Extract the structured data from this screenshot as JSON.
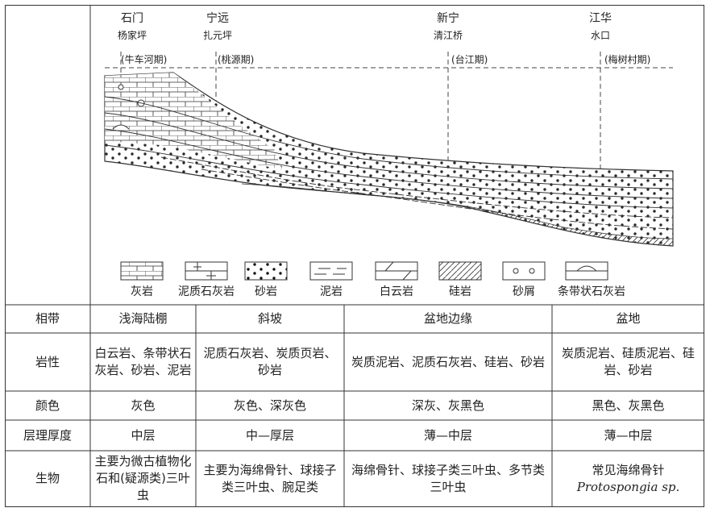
{
  "sections": [
    {
      "name": "石门",
      "sub": "杨家坪"
    },
    {
      "name": "宁远",
      "sub": "扎元坪"
    },
    {
      "name": "新宁",
      "sub": "清江桥"
    },
    {
      "name": "江华",
      "sub": "水口"
    }
  ],
  "stages": [
    "(牛车河期)",
    "(桃源期)",
    "(台江期)",
    "(梅树村期)"
  ],
  "legend": [
    "灰岩",
    "泥质石灰岩",
    "砂岩",
    "泥岩",
    "白云岩",
    "硅岩",
    "砂屑",
    "条带状石灰岩"
  ],
  "table": {
    "header": [
      "相带",
      "浅海陆棚",
      "斜坡",
      "盆地边缘",
      "盆地"
    ],
    "rows": [
      {
        "label": "岩性",
        "cells": [
          "白云岩、条带状石灰岩、砂岩、泥岩",
          "泥质石灰岩、炭质页岩、砂岩",
          "炭质泥岩、泥质石灰岩、硅岩、砂岩",
          "炭质泥岩、硅质泥岩、硅岩、砂岩"
        ]
      },
      {
        "label": "颜色",
        "cells": [
          "灰色",
          "灰色、深灰色",
          "深灰、灰黑色",
          "黑色、灰黑色"
        ]
      },
      {
        "label": "层理厚度",
        "cells": [
          "中层",
          "中—厚层",
          "薄—中层",
          "薄—中层"
        ]
      },
      {
        "label": "生物",
        "cells": [
          "主要为微古植物化石和(疑源类)三叶虫",
          "主要为海绵骨针、球接子类三叶虫、腕足类",
          "海绵骨针、球接子类三叶虫、多节类三叶虫",
          "常见海绵骨针"
        ],
        "extra_italic": "Protospongia sp."
      }
    ]
  }
}
